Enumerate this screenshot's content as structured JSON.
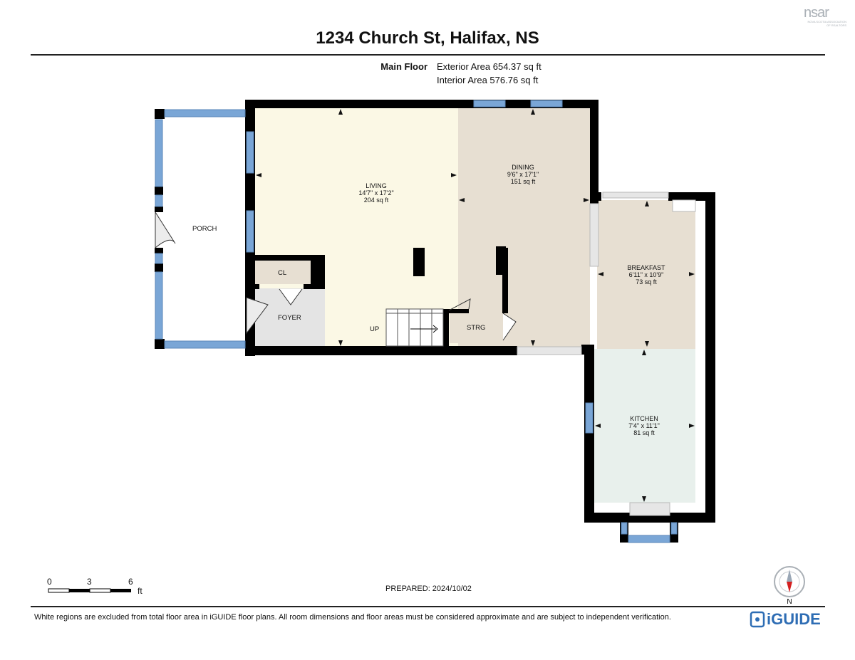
{
  "header": {
    "title": "1234 Church St, Halifax, NS",
    "floor_name": "Main Floor",
    "exterior_area": "Exterior Area 654.37 sq ft",
    "interior_area": "Interior Area 576.76 sq ft"
  },
  "rooms": {
    "living": {
      "name": "LIVING",
      "dims": "14'7\" x 17'2\"",
      "area": "204 sq ft"
    },
    "dining": {
      "name": "DINING",
      "dims": "9'6\" x 17'1\"",
      "area": "151 sq ft"
    },
    "breakfast": {
      "name": "BREAKFAST",
      "dims": "6'11\" x 10'9\"",
      "area": "73 sq ft"
    },
    "kitchen": {
      "name": "KITCHEN",
      "dims": "7'4\" x 11'1\"",
      "area": "81 sq ft"
    },
    "porch": {
      "name": "PORCH"
    },
    "foyer": {
      "name": "FOYER"
    },
    "closet": {
      "name": "CL"
    },
    "storage": {
      "name": "STRG"
    },
    "stairs": {
      "name": "UP"
    }
  },
  "scale": {
    "ticks": [
      "0",
      "3",
      "6"
    ],
    "unit": "ft"
  },
  "compass": {
    "label": "N"
  },
  "prepared": "PREPARED: 2024/10/02",
  "disclaimer": "White regions are excluded from total floor area in iGUIDE floor plans. All room dimensions and floor areas must be considered approximate and are subject to independent verification.",
  "logos": {
    "nsar": "nsar",
    "nsar_sub": "NOVA SCOTIA ASSOCIATION OF REALTORS",
    "iguide": "iGUIDE"
  },
  "colors": {
    "living_fill": "#fbf8e5",
    "dining_fill": "#e7dfd2",
    "kitchen_fill": "#e8f0ec",
    "foyer_fill": "#e4e4e4",
    "wall": "#000000",
    "window": "#7aa6d6",
    "iguide_blue": "#2e6db4"
  }
}
